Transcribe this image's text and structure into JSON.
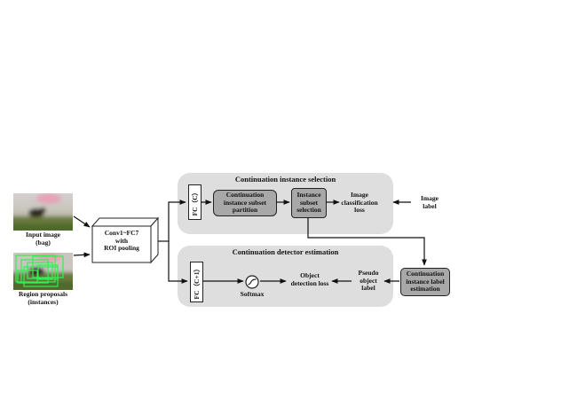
{
  "input": {
    "image_label": "Input image",
    "image_sub": "(bag)",
    "proposals_label": "Region proposals",
    "proposals_sub": "(instances)"
  },
  "backbone": {
    "line1": "Conv1~FC7",
    "line2": "with",
    "line3": "ROI pooling"
  },
  "selection_panel": {
    "title": "Continuation instance selection",
    "fc_label": "FC（C）",
    "partition_label": "Continuation instance subset partition",
    "subset_selection_label": "Instance subset selection",
    "loss_label": "Image classification loss",
    "image_label_line1": "Image",
    "image_label_line2": "label"
  },
  "detector_panel": {
    "title": "Continuation detector estimation",
    "fc_label": "FC（C+1）",
    "softmax_label": "Softmax",
    "loss_label": "Object detection loss",
    "pseudo_label": "Pseudo object label"
  },
  "label_estimation": {
    "label": "Continuation instance label estimation"
  },
  "colors": {
    "panel_bg": "#dedede",
    "box_fill": "#a8a8a8",
    "proposal_boxes": "#33ee55"
  }
}
